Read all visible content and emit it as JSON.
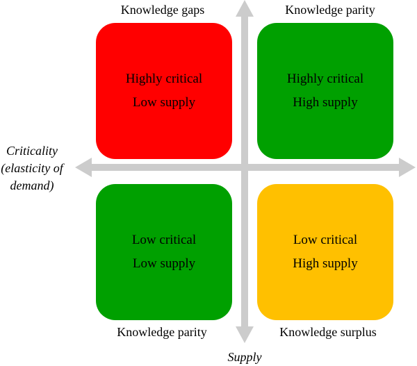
{
  "axes": {
    "criticality_label": [
      "Criticality",
      "(elasticity of",
      "demand)"
    ],
    "supply_label": "Supply",
    "arrow_color": "#cccccc"
  },
  "quadrants": {
    "top_left": {
      "caption": "Knowledge gaps",
      "line1": "Highly critical",
      "line2": "Low supply",
      "color": "#ff0000"
    },
    "top_right": {
      "caption": "Knowledge parity",
      "line1": "Highly critical",
      "line2": "High supply",
      "color": "#00a000"
    },
    "bottom_left": {
      "caption": "Knowledge parity",
      "line1": "Low critical",
      "line2": "Low supply",
      "color": "#00a000"
    },
    "bottom_right": {
      "caption": "Knowledge surplus",
      "line1": "Low critical",
      "line2": "High supply",
      "color": "#ffc000"
    }
  }
}
